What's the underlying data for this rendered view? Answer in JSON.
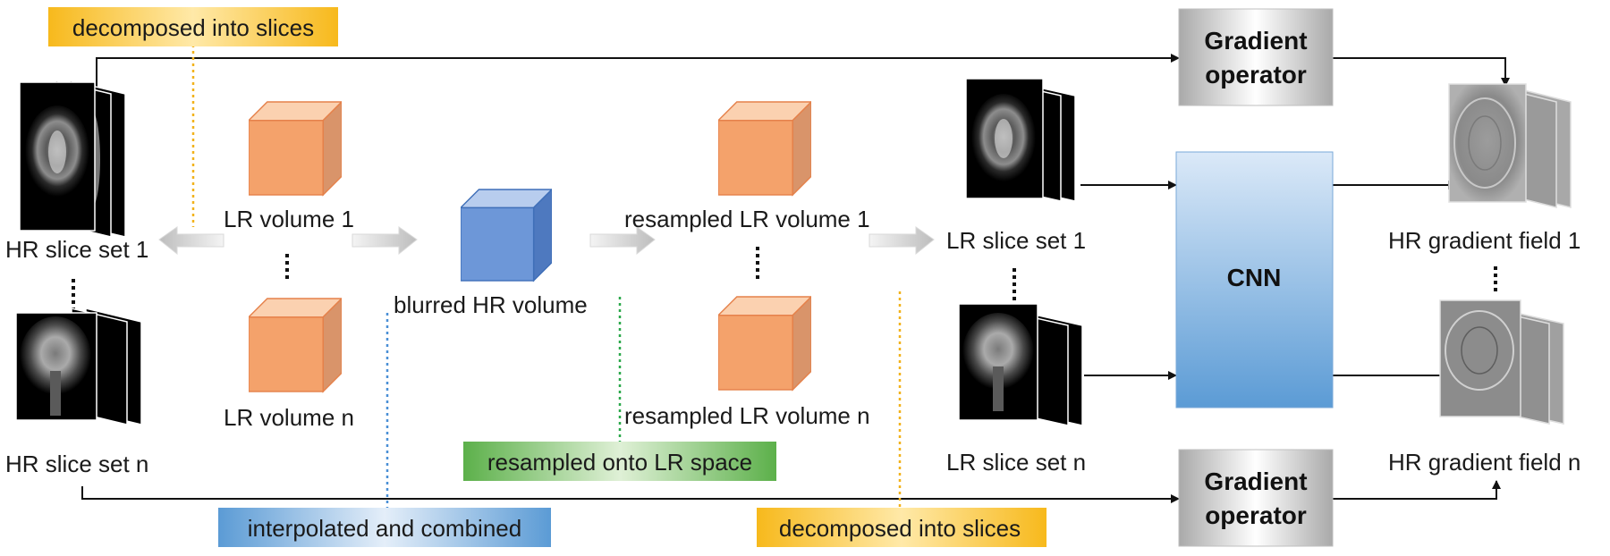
{
  "slices": {
    "hr_1": "HR slice set 1",
    "hr_n": "HR slice set n",
    "lr_1": "LR slice set 1",
    "lr_n": "LR slice set n"
  },
  "volumes": {
    "lr_1": "LR volume 1",
    "lr_n": "LR volume n",
    "blurred": "blurred HR volume",
    "res_1": "resampled LR volume 1",
    "res_n": "resampled LR volume n"
  },
  "gradient_fields": {
    "g1": "HR gradient field 1",
    "gn": "HR gradient field n"
  },
  "operators": {
    "top_line1": "Gradient",
    "top_line2": "operator",
    "bottom_line1": "Gradient",
    "bottom_line2": "operator",
    "cnn": "CNN"
  },
  "annotations": {
    "decomposed_top": "decomposed into slices",
    "interpolated": "interpolated and combined",
    "resampled_onto": "resampled onto LR space",
    "decomposed_bottom": "decomposed into slices"
  },
  "colors": {
    "orange_cube": "#f4a56e",
    "blue_cube": "#5b86c9",
    "yellow_box": "#f7c21c",
    "blue_box": "#5b9bd5",
    "green_box": "#5cb04a",
    "dotted_orange": "#f2b21b",
    "dotted_blue": "#4a8fd6",
    "dotted_green": "#2aa84a"
  }
}
